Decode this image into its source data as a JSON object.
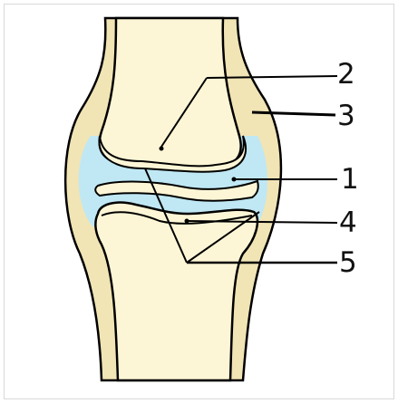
{
  "diagram": {
    "labels": {
      "l1": "1",
      "l2": "2",
      "l3": "3",
      "l4": "4",
      "l5": "5"
    }
  },
  "colors": {
    "bone_fill": "#fdf6d6",
    "capsule_fill": "#f1e4b5",
    "outline": "#000000",
    "synovial_fluid": "#bfe8f4",
    "frame_border": "#d9d9d9"
  }
}
